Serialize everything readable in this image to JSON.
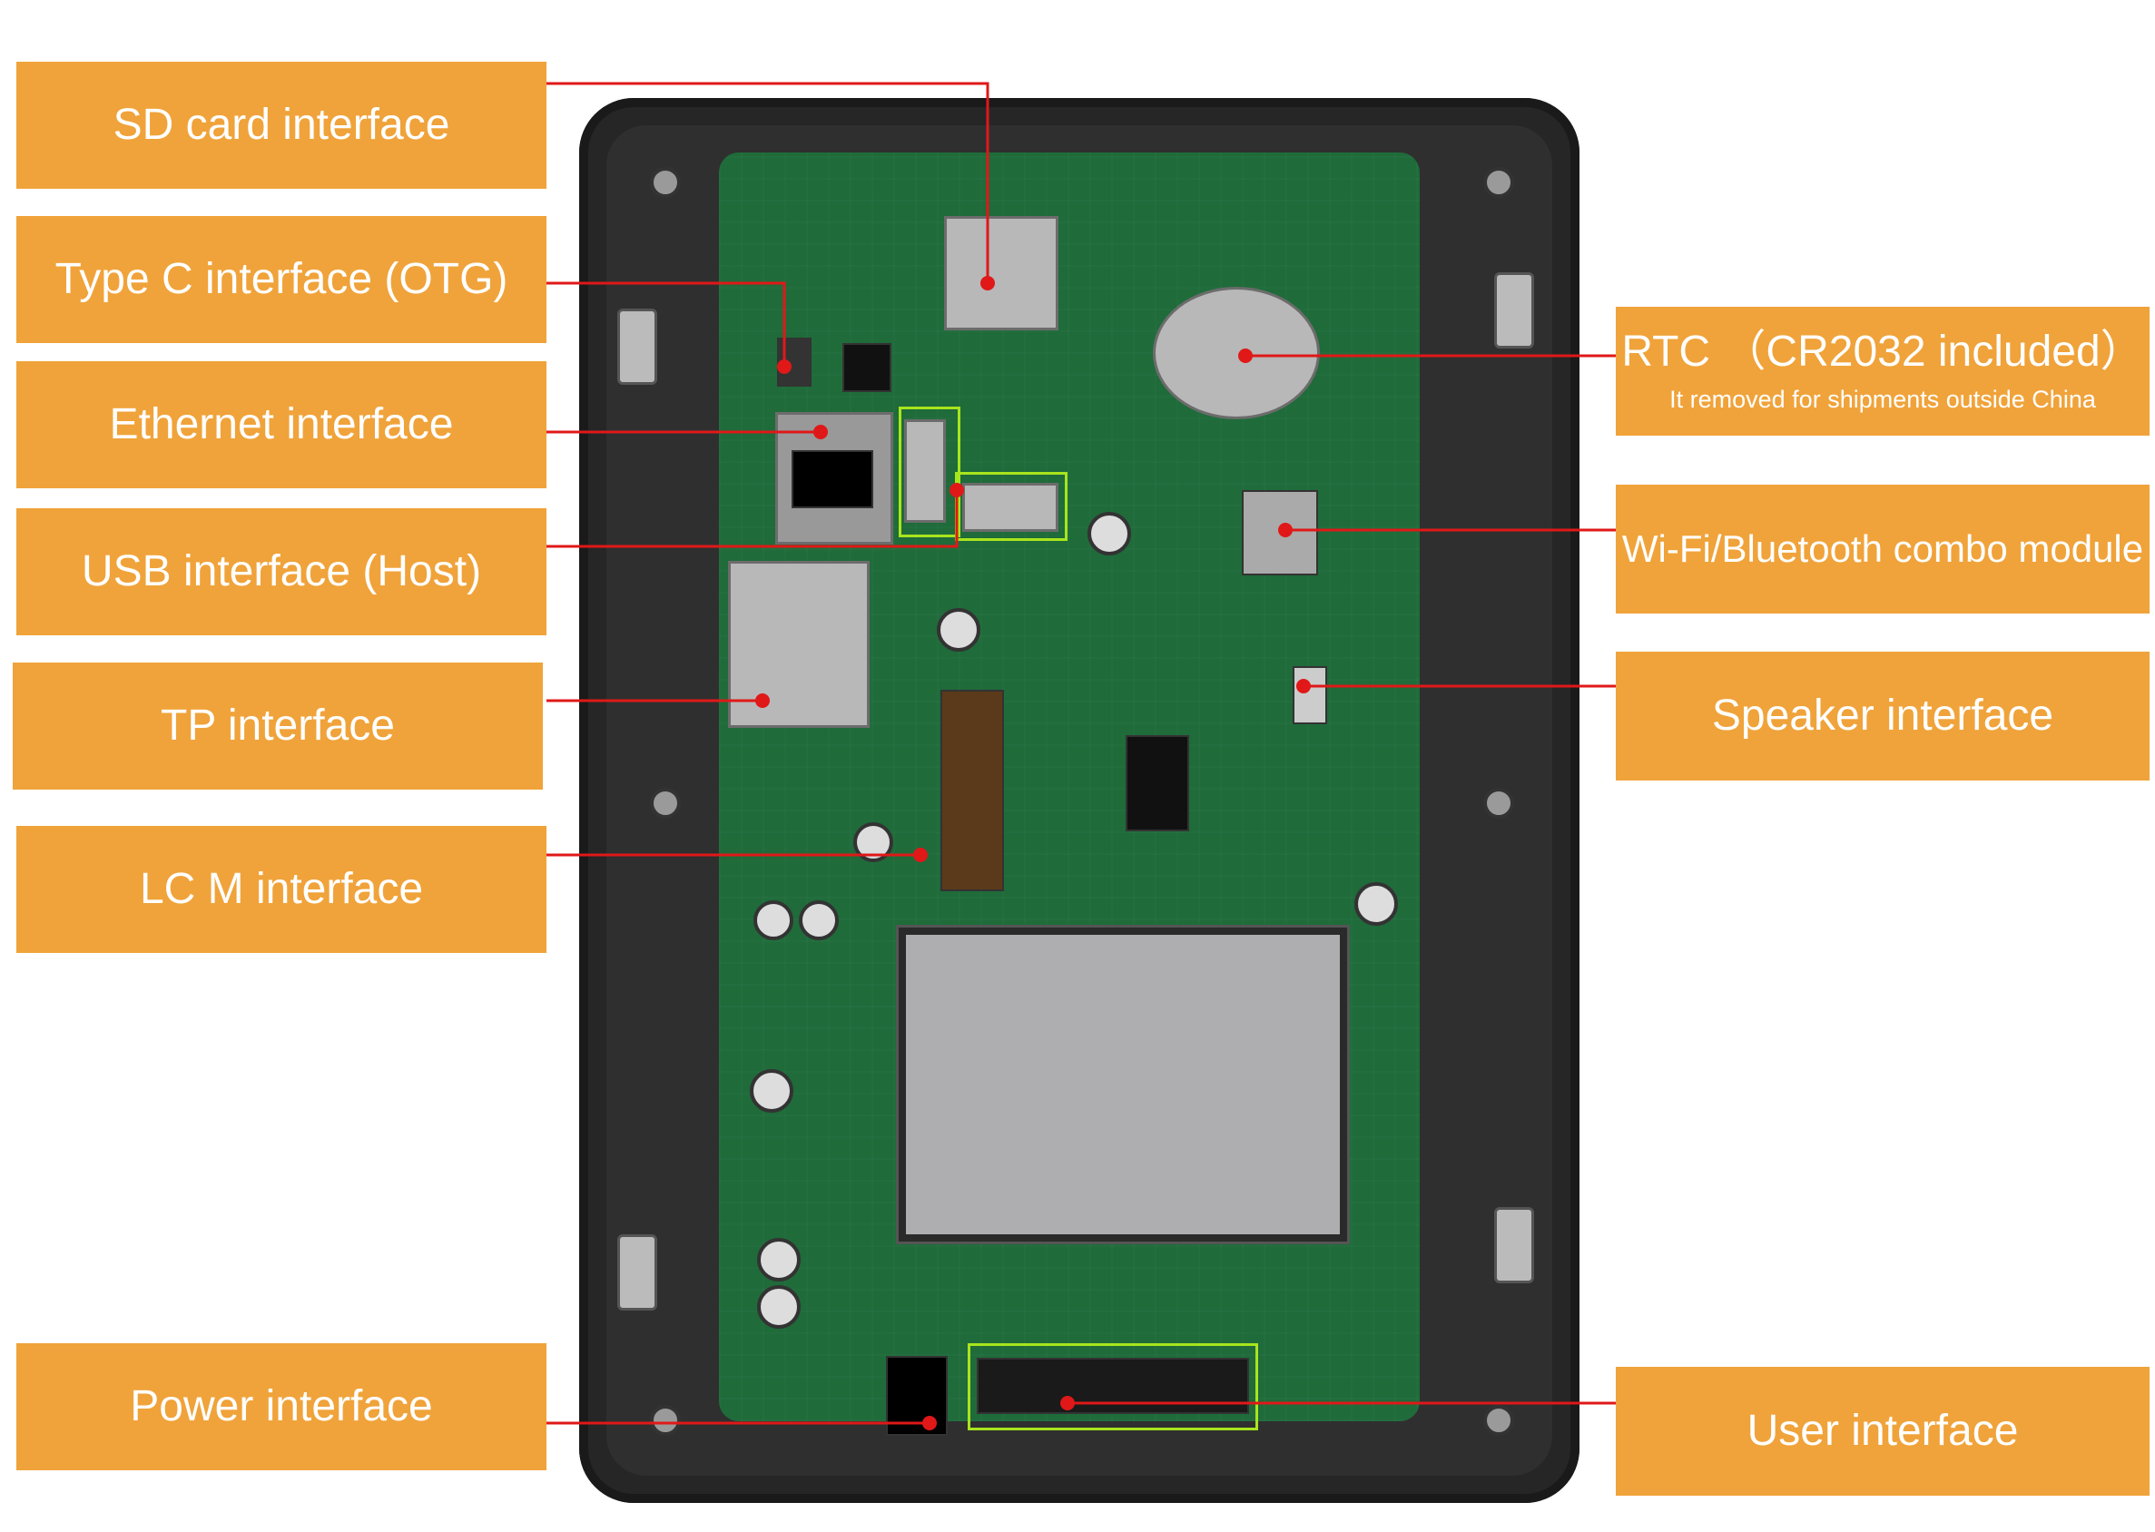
{
  "labels": {
    "sd_card": "SD card interface",
    "type_c": "Type C interface (OTG)",
    "ethernet": "Ethernet interface",
    "usb_host": "USB interface (Host)",
    "tp": "TP interface",
    "lcm": "LC M interface",
    "power": "Power interface",
    "rtc": "RTC （CR2032 included）",
    "rtc_note": "It removed for shipments outside China",
    "wifi_bt": "Wi-Fi/Bluetooth combo module",
    "speaker": "Speaker interface",
    "user": "User interface"
  },
  "colors": {
    "label_fill": "#f0a33a",
    "label_text": "#ffffff",
    "leader_line": "#e01818",
    "pcb": "#1f6b3a",
    "enclosure": "#262626",
    "highlight": "#a8e51d"
  }
}
